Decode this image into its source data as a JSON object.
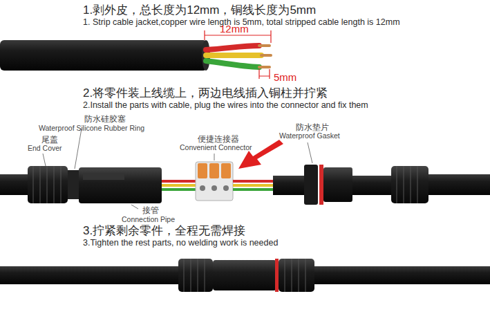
{
  "diagram": {
    "labels": [
      "1.剥外皮，总长度为12mm，铜线长度为5mm",
      "1. Strip cable jacket,copper wire length is 5mm, total stripped cable length is 12mm",
      "12mm",
      "5mm",
      "2.将零件装上线缆上，两边电线插入铜柱并拧紧",
      "2.Install the parts with cable, plug the wires into the connector and fix them",
      "防水硅胶塞",
      "Waterproof Silicone Rubber Ring",
      "尾盖",
      "End Cover",
      "便捷连接器",
      "Convenient Connector",
      "防水垫片",
      "Waterproof Gasket",
      "接管",
      "Connection Pipe",
      "3.拧紧剩余零件，全程无需焊接",
      "3.Tighten the rest parts, no welding work is needed"
    ]
  }
}
